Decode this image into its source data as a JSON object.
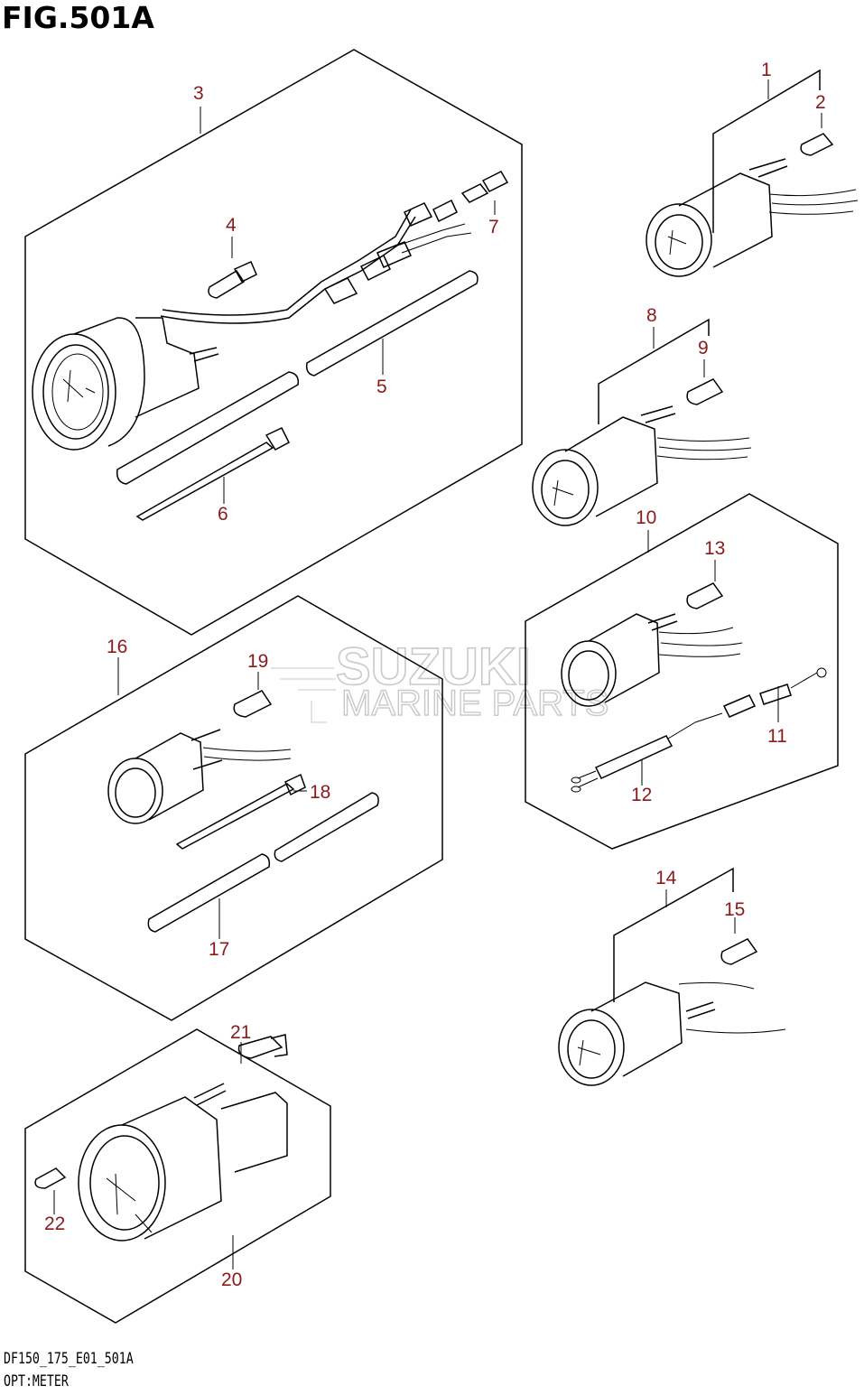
{
  "figure": {
    "title": "FIG.501A",
    "code": "DF150_175_E01_501A",
    "name": "OPT:METER"
  },
  "watermark": {
    "brand": "SUZUKI",
    "subtitle": "MARINE PARTS"
  },
  "callouts": [
    "1",
    "2",
    "3",
    "4",
    "5",
    "6",
    "7",
    "8",
    "9",
    "10",
    "11",
    "12",
    "13",
    "14",
    "15",
    "16",
    "17",
    "18",
    "19",
    "20",
    "21",
    "22"
  ],
  "colors": {
    "callout": "#8b1a1a",
    "line": "#000000",
    "watermark": "#c9c9c9"
  }
}
